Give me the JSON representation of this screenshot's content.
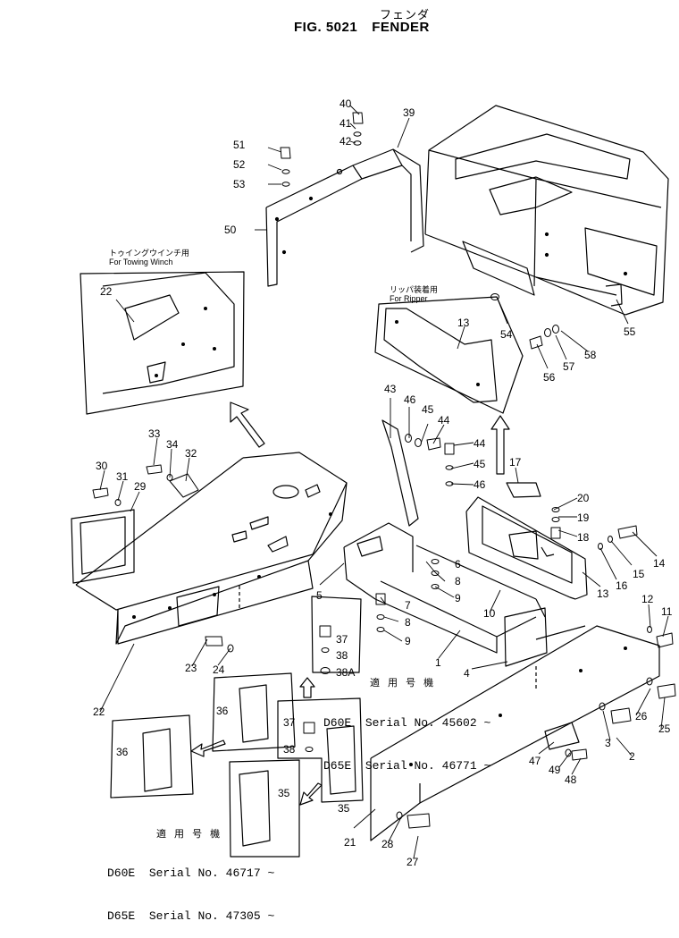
{
  "header": {
    "title_jp": "フェンダ",
    "fig_no": "FIG. 5021",
    "fig_name": "FENDER"
  },
  "notes": {
    "towing_winch_jp": "トゥイングウインチ用",
    "towing_winch_en": "For Towing Winch",
    "ripper_jp": "リッパ装着用",
    "ripper_en": "For Ripper"
  },
  "applicability": [
    {
      "header": "適 用 号 機",
      "lines": [
        {
          "model": "D60E",
          "label": "Serial",
          "number": "No. 45602 ~"
        },
        {
          "model": "D65E",
          "label": "Serial",
          "number": "No. 46771 ~"
        }
      ]
    },
    {
      "header": "適 用 号 機",
      "lines": [
        {
          "model": "D60E",
          "label": "Serial",
          "number": "No. 46717 ~"
        },
        {
          "model": "D65E",
          "label": "Serial",
          "number": "No. 47305 ~"
        }
      ]
    }
  ],
  "callouts": [
    "40",
    "41",
    "42",
    "39",
    "51",
    "52",
    "53",
    "50",
    "22",
    "13",
    "54",
    "55",
    "56",
    "57",
    "58",
    "43",
    "46",
    "45",
    "44",
    "44",
    "45",
    "46",
    "17",
    "20",
    "19",
    "18",
    "14",
    "15",
    "16",
    "13",
    "12",
    "11",
    "33",
    "34",
    "32",
    "30",
    "31",
    "29",
    "5",
    "6",
    "8",
    "9",
    "7",
    "8",
    "9",
    "10",
    "37",
    "38",
    "38A",
    "1",
    "4",
    "23",
    "24",
    "22",
    "36",
    "37",
    "38",
    "26",
    "25",
    "3",
    "2",
    "47",
    "49",
    "48",
    "36",
    "35",
    "35",
    "21",
    "28",
    "27"
  ]
}
